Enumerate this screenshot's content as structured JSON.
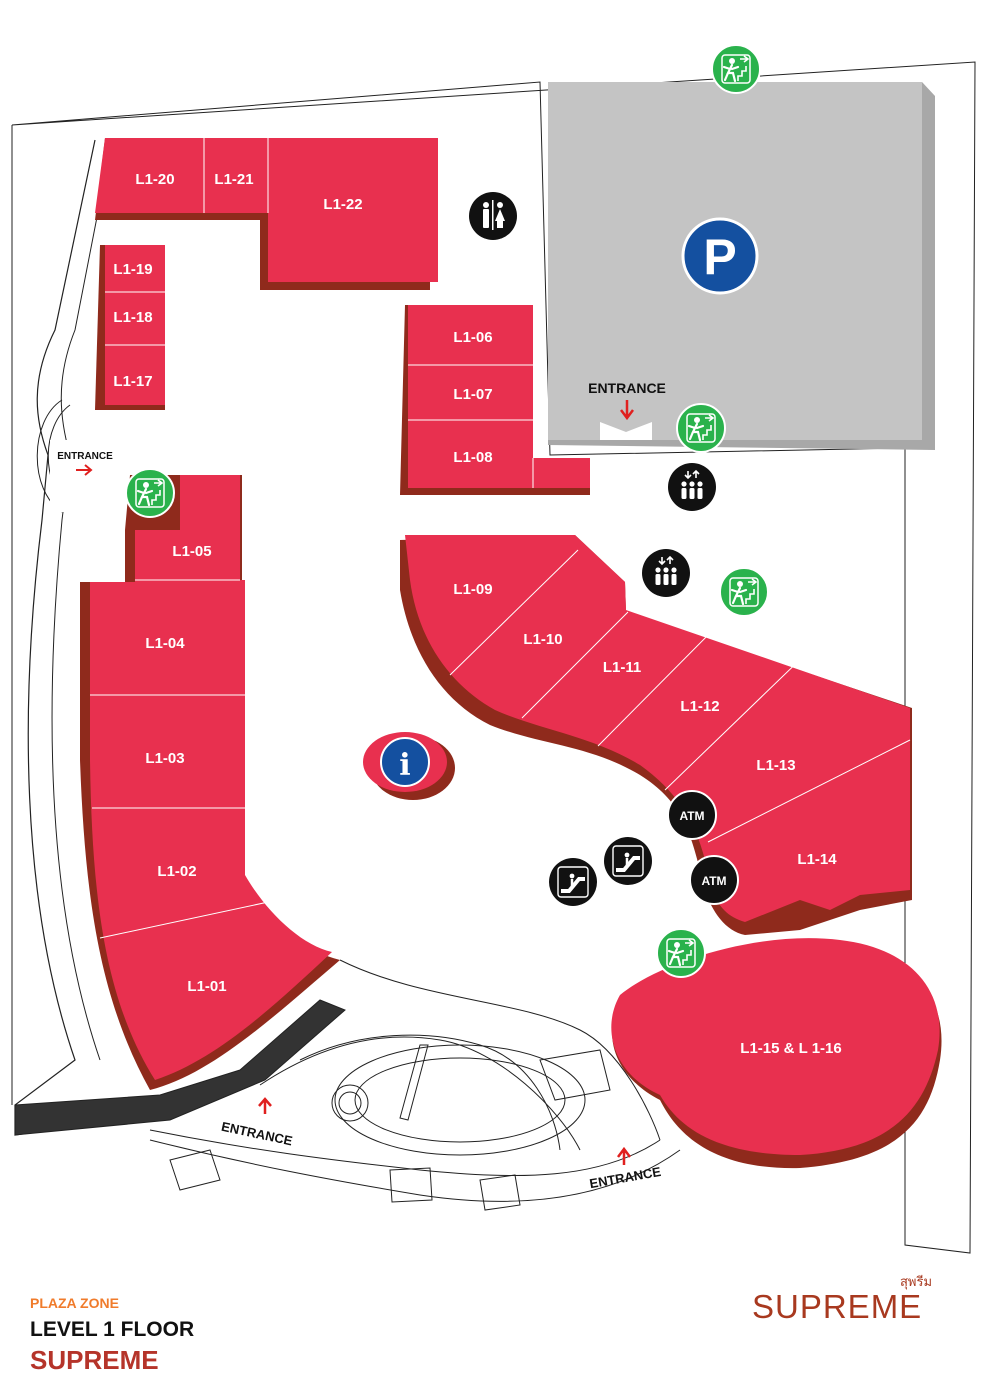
{
  "title": {
    "zone": "PLAZA ZONE",
    "level": "LEVEL 1 FLOOR",
    "name": "SUPREME"
  },
  "brand": {
    "thai": "สุพรีม",
    "name": "SUPREME"
  },
  "shops": {
    "l1_01": "L1-01",
    "l1_02": "L1-02",
    "l1_03": "L1-03",
    "l1_04": "L1-04",
    "l1_05": "L1-05",
    "l1_06": "L1-06",
    "l1_07": "L1-07",
    "l1_08": "L1-08",
    "l1_09": "L1-09",
    "l1_10": "L1-10",
    "l1_11": "L1-11",
    "l1_12": "L1-12",
    "l1_13": "L1-13",
    "l1_14": "L1-14",
    "l1_15_16": "L1-15 & L 1-16",
    "l1_17": "L1-17",
    "l1_18": "L1-18",
    "l1_19": "L1-19",
    "l1_20": "L1-20",
    "l1_21": "L1-21",
    "l1_22": "L1-22"
  },
  "entrances": {
    "label": "ENTRANCE"
  },
  "atm": {
    "label": "ATM"
  },
  "icons": {
    "parking": "P",
    "info": "i"
  },
  "colors": {
    "shop": "#e8304f",
    "shop_shadow": "#8f2a1c",
    "parking_area": "#c4c4c4",
    "parking_sign": "#1450a0",
    "emergency_exit": "#2ab24c",
    "facility_icon": "#111111",
    "arrow": "#e0201f",
    "zone_label": "#f07b2b",
    "brand": "#a8391f"
  }
}
